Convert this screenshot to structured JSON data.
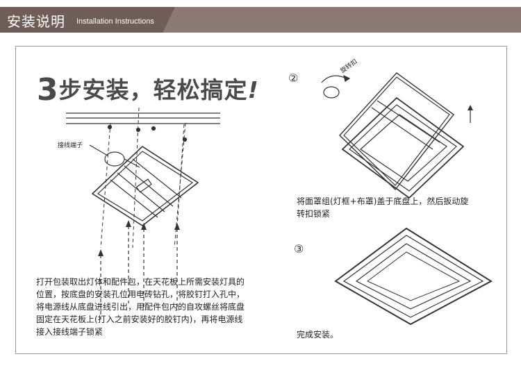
{
  "header": {
    "title_cn": "安装说明",
    "title_en": "Installation Instructions"
  },
  "main": {
    "title_num": "3",
    "title_rest": "步安装，轻松搞定",
    "title_mark": "!"
  },
  "step1": {
    "callout": "接线端子",
    "lines": [
      "打开包装取出灯体和配件包，在天花板上所需安装灯具的",
      "位置，按底盘的安装孔位用电砖钻孔，将胶钉打入孔中，",
      "将电源线从底盘进线引出，用配件包内的自攻螺丝将底盘",
      "固定在天花板上(打入之前安装好的胶钉内)，再将电源线",
      "接入接线端子锁紧"
    ]
  },
  "step2": {
    "number": "②",
    "callout": "旋转扣",
    "lines": [
      "将面罩组(灯框+布罩)盖于底盘上，然后扳动旋",
      "转扣锁紧"
    ]
  },
  "step3": {
    "number": "③",
    "text": "完成安装。"
  }
}
